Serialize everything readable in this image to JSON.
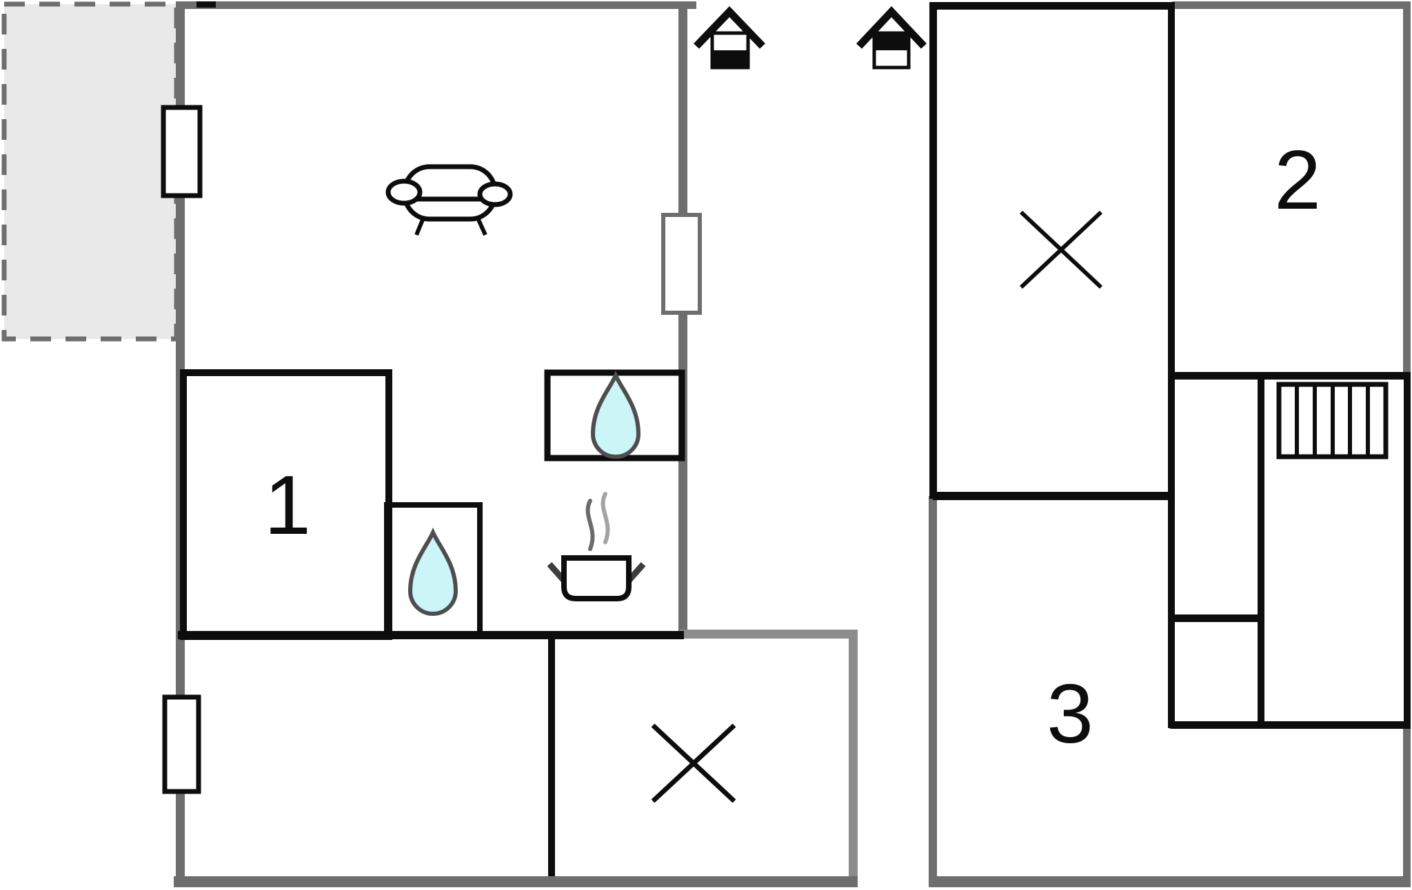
{
  "document": {
    "type": "floor-plan",
    "background": "#ffffff"
  },
  "colors": {
    "wall_gray": "#6e6e6e",
    "wall_gray_light": "#8c8c8c",
    "wall_black": "#0d0d0d",
    "terrace_fill": "#e9e9e9",
    "terrace_stroke": "#6e6e6e",
    "water_fill": "#ccf5f7",
    "water_stroke": "#4e4e4e",
    "steam_dark": "#6b6b6b",
    "steam_light": "#a3a3a3",
    "pot_handle": "#3d3d3d",
    "label_color": "#0d0d0d"
  },
  "floors": [
    {
      "name": "ground-floor",
      "house_icon": "house-ground-floor-icon",
      "room_labels": [
        "1"
      ]
    },
    {
      "name": "upper-floor",
      "house_icon": "house-upper-floor-icon",
      "room_labels": [
        "2",
        "3"
      ]
    }
  ],
  "icons": {
    "sofa": "sofa-icon",
    "water_drop": "water-drop-icon",
    "cooking_pot": "cooking-pot-icon",
    "steam": "steam-icon",
    "stairs": "stairs-icon",
    "x_mark": "x-mark-icon",
    "window": "window-icon",
    "house_ground": "house-ground-floor-icon",
    "house_upper": "house-upper-floor-icon"
  }
}
